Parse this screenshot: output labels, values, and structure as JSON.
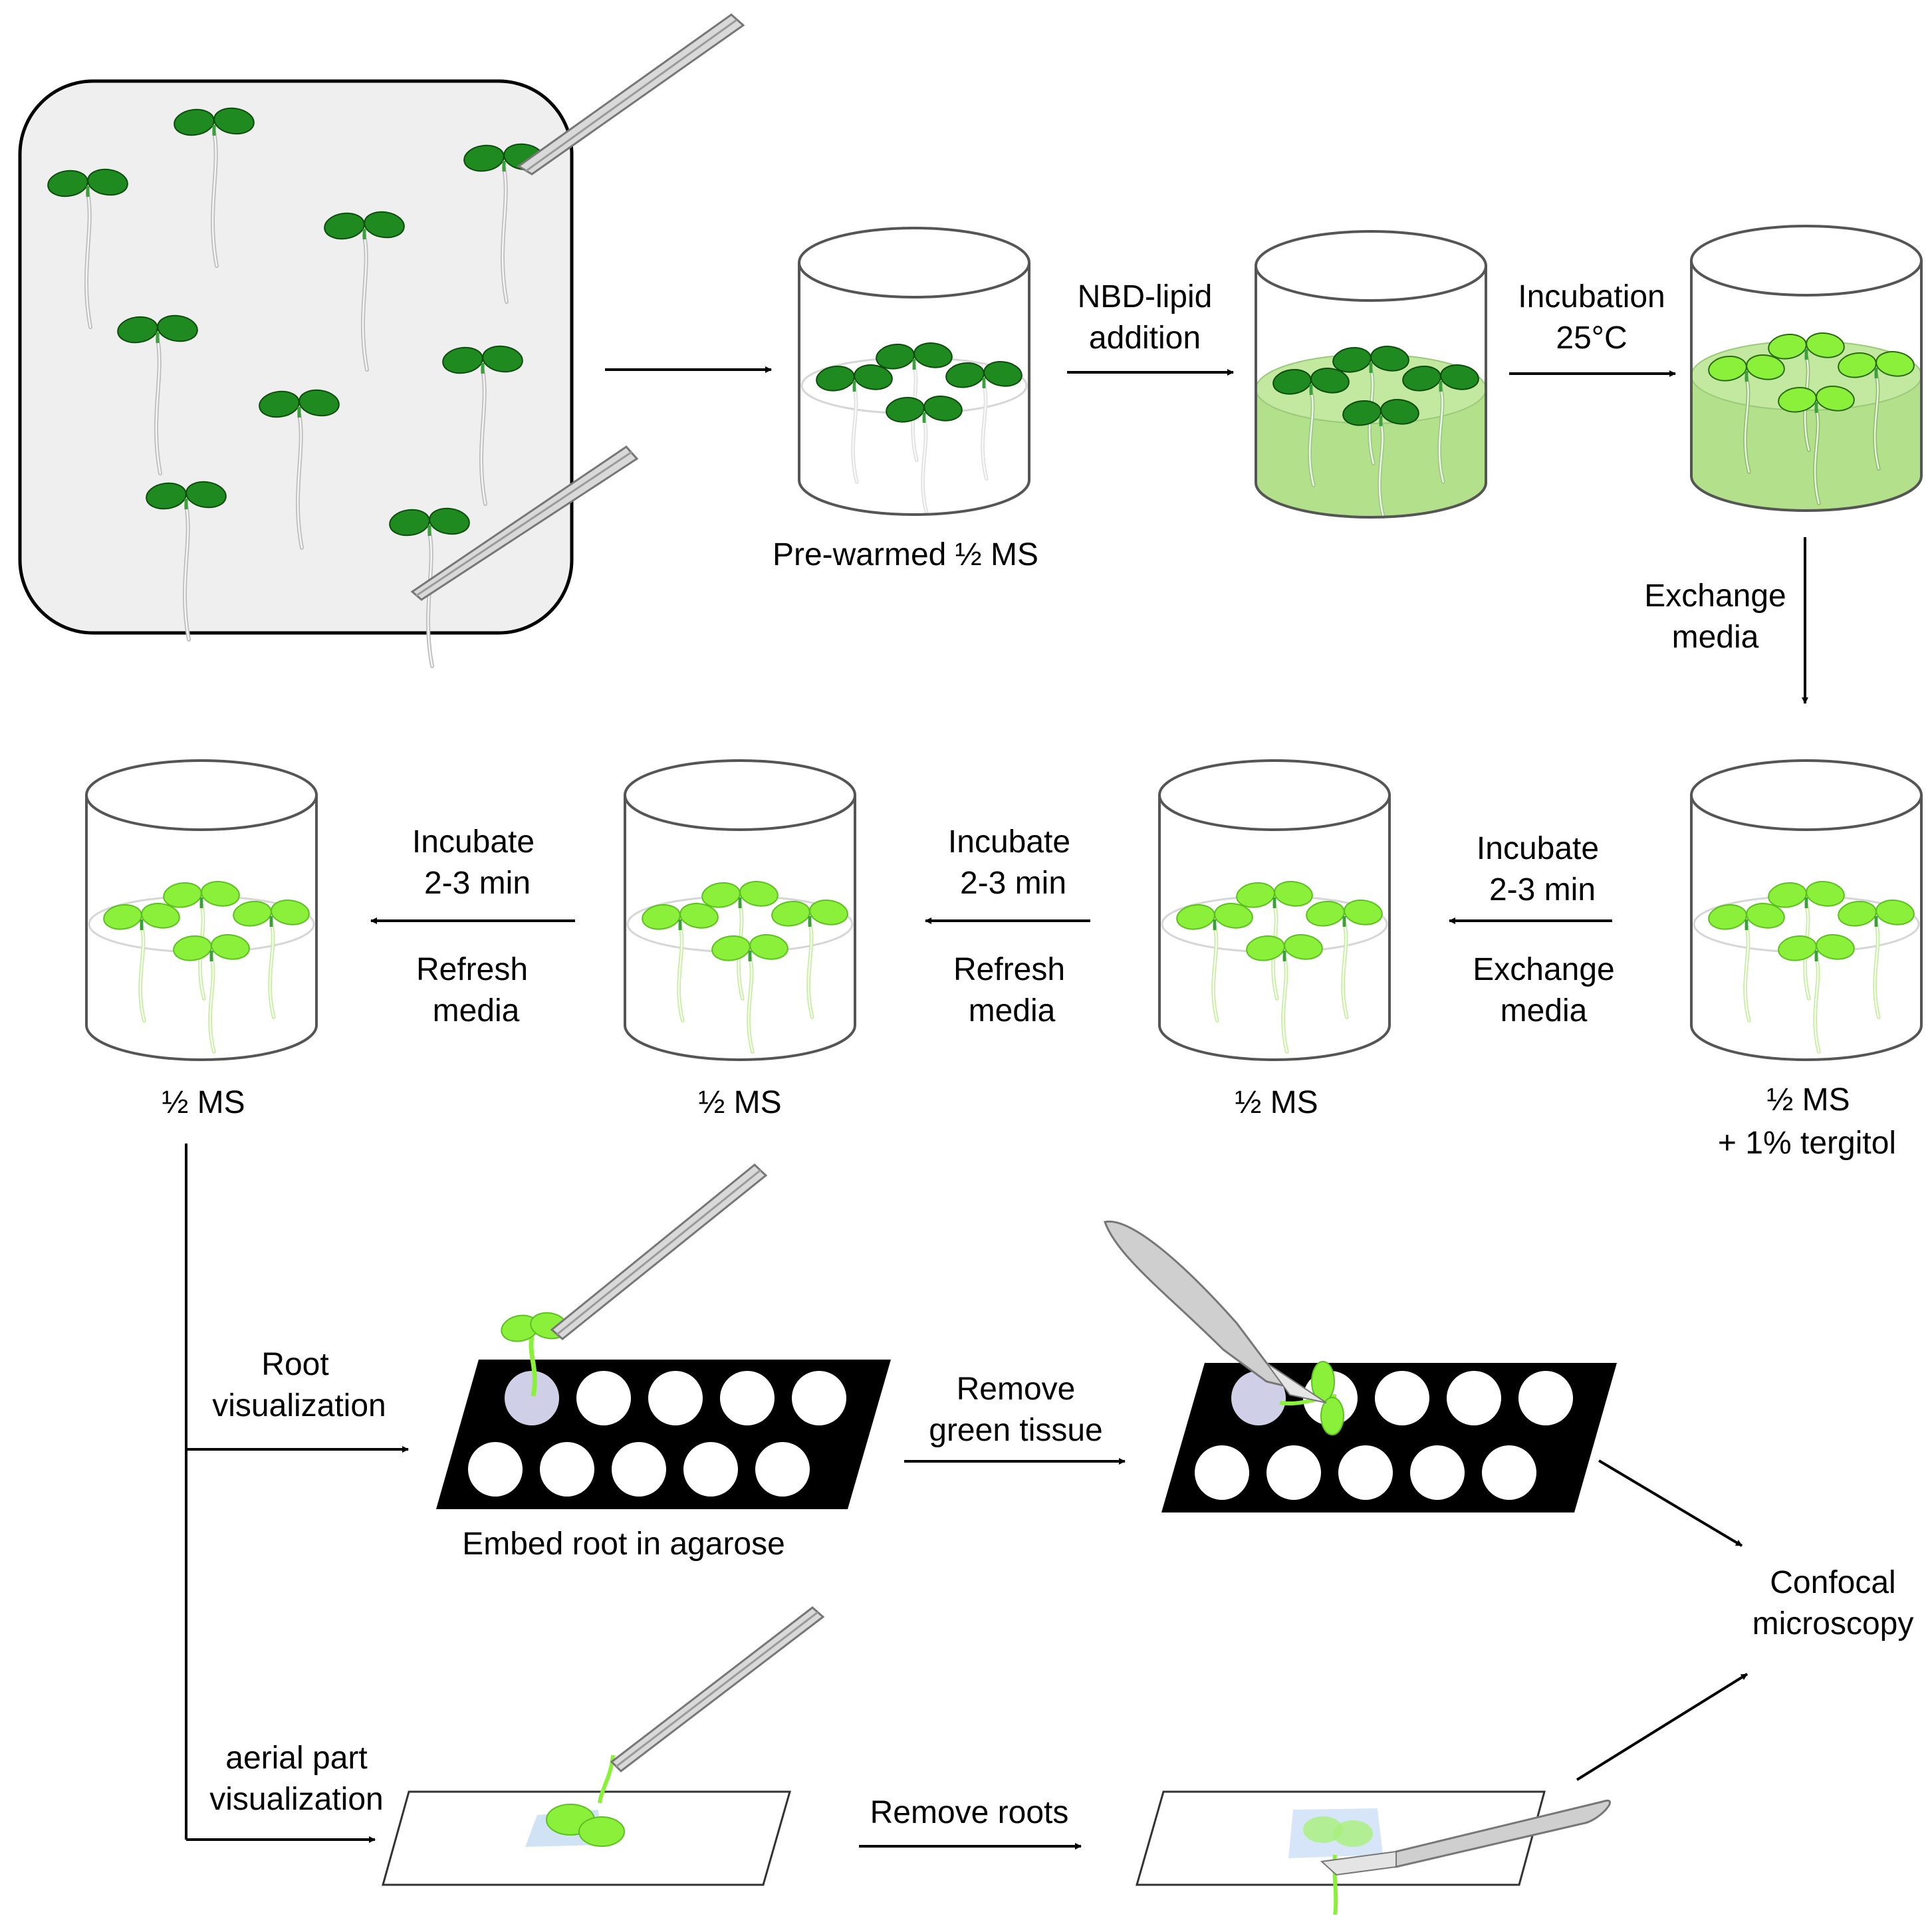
{
  "colors": {
    "seedling_dark": "#1f8a1f",
    "seedling_dark_edge": "#0b4d0b",
    "seedling_light": "#8af03a",
    "seedling_light_edge": "#3a8a10",
    "medium_green": "#b3e08a",
    "medium_green_light": "#c3e8a0",
    "plate_fill": "#efefef",
    "tray_black": "#000000",
    "agarose": "#cfd0e8",
    "slide_agarose": "#cfe3f5",
    "tool_metal": "#d9d9d9"
  },
  "labels": {
    "nbd_addition": [
      "NBD-lipid",
      "addition"
    ],
    "incubation": [
      "Incubation",
      "25°C"
    ],
    "pre_warmed": "Pre-warmed ½ MS",
    "exchange_media_1": [
      "Exchange",
      "media"
    ],
    "tergitol": [
      "½ MS",
      "+ 1% tergitol"
    ],
    "ms_3": "½ MS",
    "ms_2": "½ MS",
    "ms_1": "½ MS",
    "incubate_exchange": [
      "Incubate",
      "2-3 min"
    ],
    "exchange_media_2": [
      "Exchange",
      "media"
    ],
    "incubate_refresh_1": [
      "Incubate",
      "2-3 min"
    ],
    "refresh_media_1": [
      "Refresh",
      "media"
    ],
    "incubate_refresh_2": [
      "Incubate",
      "2-3 min"
    ],
    "refresh_media_2": [
      "Refresh",
      "media"
    ],
    "root_visualization": [
      "Root",
      "visualization"
    ],
    "embed_root": "Embed root in agarose",
    "remove_green": [
      "Remove",
      "green tissue"
    ],
    "confocal": [
      "Confocal",
      "microscopy"
    ],
    "aerial_visualization": [
      "aerial part",
      "visualization"
    ],
    "remove_roots": "Remove roots"
  }
}
